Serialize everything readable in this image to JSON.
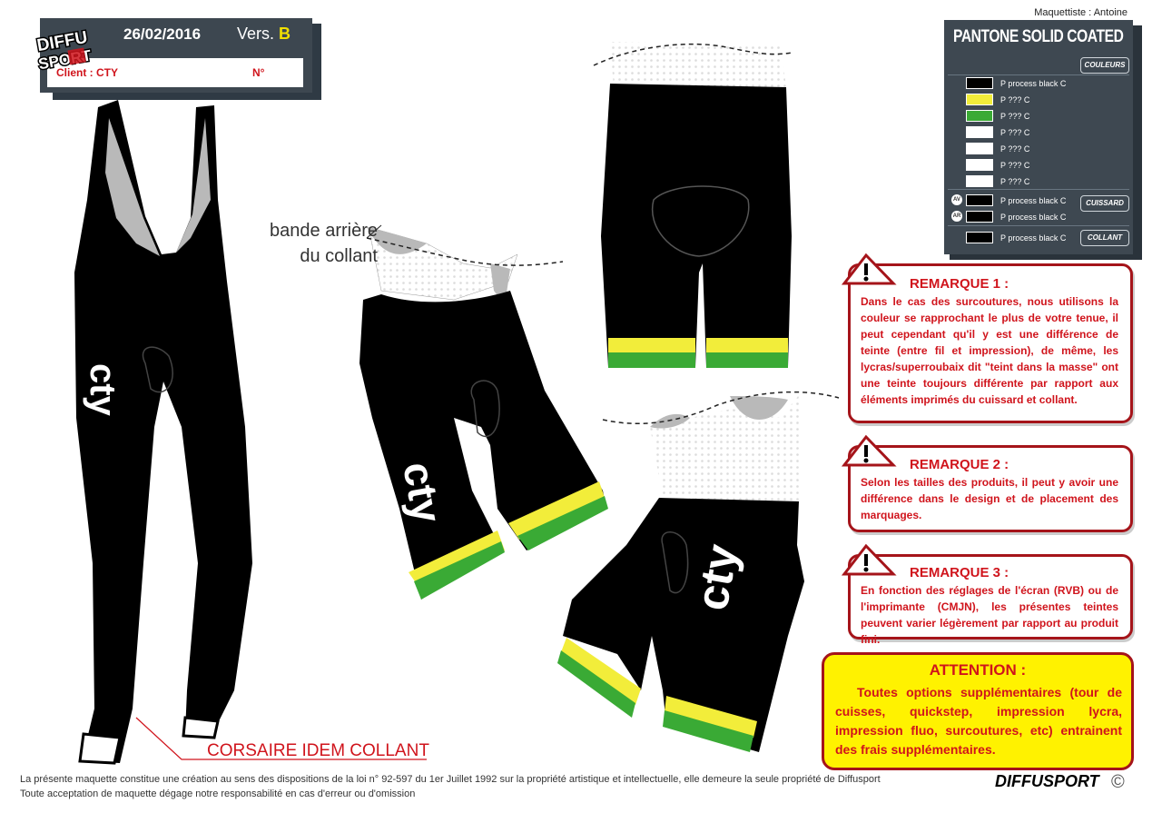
{
  "header": {
    "logo_text_1": "DIFFU",
    "logo_text_2": "SPORT",
    "date": "26/02/2016",
    "version_label": "Vers.",
    "version_value": "B",
    "client_label": "Client : CTY",
    "number_label": "N°"
  },
  "maquettiste": "Maquettiste : Antoine",
  "pantone": {
    "title": "PANTONE SOLID COATED",
    "tags": {
      "couleurs": "COULEURS",
      "cuissard": "CUISSARD",
      "collant": "COLLANT"
    },
    "markers": {
      "av": "AV",
      "ar": "AR"
    },
    "couleurs": [
      {
        "color": "#000000",
        "label": "P process black C"
      },
      {
        "color": "#f2ed3a",
        "label": "P ??? C"
      },
      {
        "color": "#3aaa35",
        "label": "P ??? C"
      },
      {
        "color": "#ffffff",
        "label": "P ??? C"
      },
      {
        "color": "#ffffff",
        "label": "P ??? C"
      },
      {
        "color": "#ffffff",
        "label": "P ??? C"
      },
      {
        "color": "#ffffff",
        "label": "P ??? C"
      }
    ],
    "cuissard": [
      {
        "color": "#000000",
        "label": "P process black C"
      },
      {
        "color": "#000000",
        "label": "P process black C"
      }
    ],
    "collant": [
      {
        "color": "#000000",
        "label": "P process black C"
      }
    ]
  },
  "remarks": [
    {
      "title": "REMARQUE 1 :",
      "text": "Dans le cas des surcoutures, nous utilisons la couleur se rapprochant le plus de votre tenue, il peut cependant qu'il y est une différence de teinte (entre fil et impression), de même, les lycras/superroubaix dit \"teint dans la masse\" ont une teinte toujours différente par rapport aux éléments imprimés du cuissard et collant."
    },
    {
      "title": "REMARQUE 2 :",
      "text": "Selon les tailles des produits, il peut y avoir une différence dans le design et de placement des marquages."
    },
    {
      "title": "REMARQUE 3 :",
      "text": "En fonction des réglages de l'écran (RVB) ou de l'imprimante (CMJN), les présentes teintes peuvent varier légèrement par rapport au produit fini."
    }
  ],
  "attention": {
    "title": "ATTENTION :",
    "text": "Toutes options supplémentaires (tour de cuisses, quickstep, impression lycra, impression fluo, surcoutures, etc) entrainent des frais supplémentaires."
  },
  "annotations": {
    "bande_1": "bande arrière",
    "bande_2": "du collant",
    "corsaire": "CORSAIRE IDEM COLLANT"
  },
  "garment_logo": "cty",
  "footer": {
    "line1": "La présente maquette constitue une création au sens des dispositions de la loi n° 92-597 du 1er Juillet 1992 sur la propriété artistique et intellectuelle, elle demeure la seule propriété de Diffusport",
    "line2": "Toute acceptation de maquette dégage notre responsabilité en cas d'erreur ou d'omission",
    "brand": "DIFFUSPORT",
    "copyright": "©"
  },
  "colors": {
    "panel": "#3e4851",
    "red": "#d0141c",
    "yellow_band": "#f2ed3a",
    "green_band": "#3aaa35",
    "attention_bg": "#fff200"
  }
}
